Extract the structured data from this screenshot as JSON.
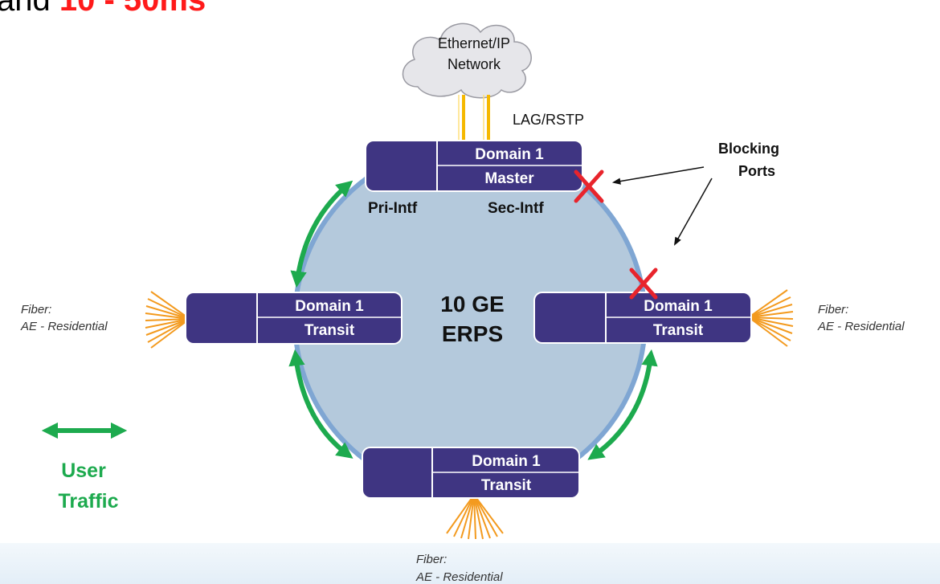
{
  "heading": {
    "prefix": "and",
    "highlight": "10 - 50ms"
  },
  "network": {
    "cloud_line1": "Ethernet/IP",
    "cloud_line2": "Network",
    "uplink_label": "LAG/RSTP"
  },
  "ring": {
    "line1": "10 GE",
    "line2": "ERPS"
  },
  "nodes": {
    "top": {
      "line1": "Domain 1",
      "line2": "Master"
    },
    "left": {
      "line1": "Domain 1",
      "line2": "Transit"
    },
    "right": {
      "line1": "Domain 1",
      "line2": "Transit"
    },
    "bottom": {
      "line1": "Domain 1",
      "line2": "Transit"
    }
  },
  "interfaces": {
    "primary": "Pri-Intf",
    "secondary": "Sec-Intf"
  },
  "blocking": {
    "line1": "Blocking",
    "line2": "Ports"
  },
  "fiber": {
    "left": {
      "line1": "Fiber:",
      "line2": "AE - Residential"
    },
    "right": {
      "line1": "Fiber:",
      "line2": "AE - Residential"
    },
    "bottom": {
      "line1": "Fiber:",
      "line2": "AE - Residential"
    }
  },
  "legend": {
    "line1": "User",
    "line2": "Traffic"
  },
  "colors": {
    "node_fill": "#3f3582",
    "ring_fill": "#b4c9dc",
    "ring_stroke": "#7fa6d3",
    "traffic_arrow": "#1daa4e",
    "block_mark": "#e8242c",
    "fiber": "#f39a1e",
    "heading_highlight": "#ff1a1a"
  }
}
